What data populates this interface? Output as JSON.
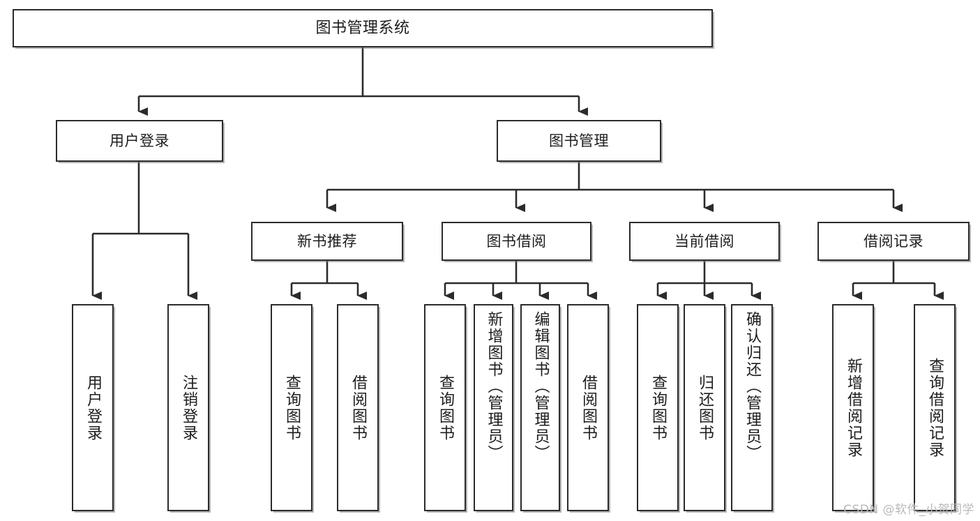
{
  "diagram": {
    "title": "图书管理系统",
    "type": "tree-hierarchy-chart",
    "edge_color": "#2b2b2b",
    "box_border_color": "#2b2b2b",
    "box_fill_color": "#ffffff",
    "text_color": "#1d1d1d",
    "watermark_color": "#b9b9b9"
  },
  "watermark": {
    "text": "CSDN @软件_小贺同学"
  },
  "nodes": {
    "root": {
      "label": "图书管理系统"
    },
    "level1": [
      {
        "label": "用户登录"
      },
      {
        "label": "图书管理"
      }
    ],
    "level2": [
      {
        "label": "新书推荐"
      },
      {
        "label": "图书借阅"
      },
      {
        "label": "当前借阅"
      },
      {
        "label": "借阅记录"
      }
    ],
    "leaves": {
      "user_login": [
        {
          "label": "用户登录"
        },
        {
          "label": "注销登录"
        }
      ],
      "new_book_recommend": [
        {
          "label": "查询图书"
        },
        {
          "label": "借阅图书"
        }
      ],
      "book_borrow": [
        {
          "label": "查询图书"
        },
        {
          "label": "新增图书（管理员）"
        },
        {
          "label": "编辑图书（管理员）"
        },
        {
          "label": "借阅图书"
        }
      ],
      "current_borrow": [
        {
          "label": "查询图书"
        },
        {
          "label": "归还图书"
        },
        {
          "label": "确认归还（管理员）"
        }
      ],
      "borrow_record": [
        {
          "label": "新增借阅记录"
        },
        {
          "label": "查询借阅记录"
        }
      ]
    }
  }
}
